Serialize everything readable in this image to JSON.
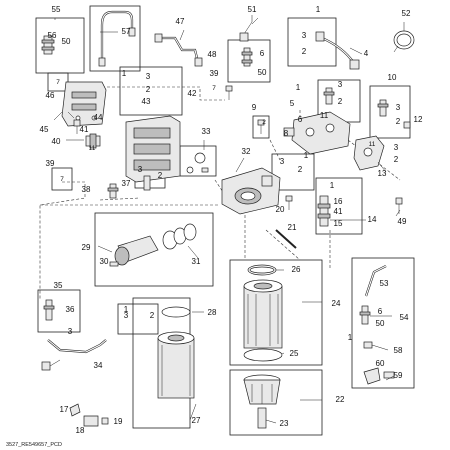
{
  "figure_id": "3527_RE549657_PCD",
  "callouts": {
    "c1": "1",
    "c2": "2",
    "c3": "3",
    "c4": "4",
    "c5": "5",
    "c6": "6",
    "c7": "7",
    "c8": "8",
    "c9": "9",
    "c10": "10",
    "c11": "11",
    "c12": "12",
    "c13": "13",
    "c14": "14",
    "c15": "15",
    "c16": "16",
    "c17": "17",
    "c18": "18",
    "c19": "19",
    "c20": "20",
    "c21": "21",
    "c22": "22",
    "c23": "23",
    "c24": "24",
    "c25": "25",
    "c26": "26",
    "c27": "27",
    "c28": "28",
    "c29": "29",
    "c30": "30",
    "c31": "31",
    "c32": "32",
    "c33": "33",
    "c34": "34",
    "c35": "35",
    "c36": "36",
    "c37": "37",
    "c38": "38",
    "c39": "39",
    "c40": "40",
    "c41": "41",
    "c42": "42",
    "c43": "43",
    "c44": "44",
    "c45": "45",
    "c46": "46",
    "c47": "47",
    "c48": "48",
    "c49": "49",
    "c50": "50",
    "c51": "51",
    "c52": "52",
    "c53": "53",
    "c54": "54",
    "c55": "55",
    "c56": "56",
    "c57": "57",
    "c58": "58",
    "c59": "59",
    "c60": "60"
  }
}
